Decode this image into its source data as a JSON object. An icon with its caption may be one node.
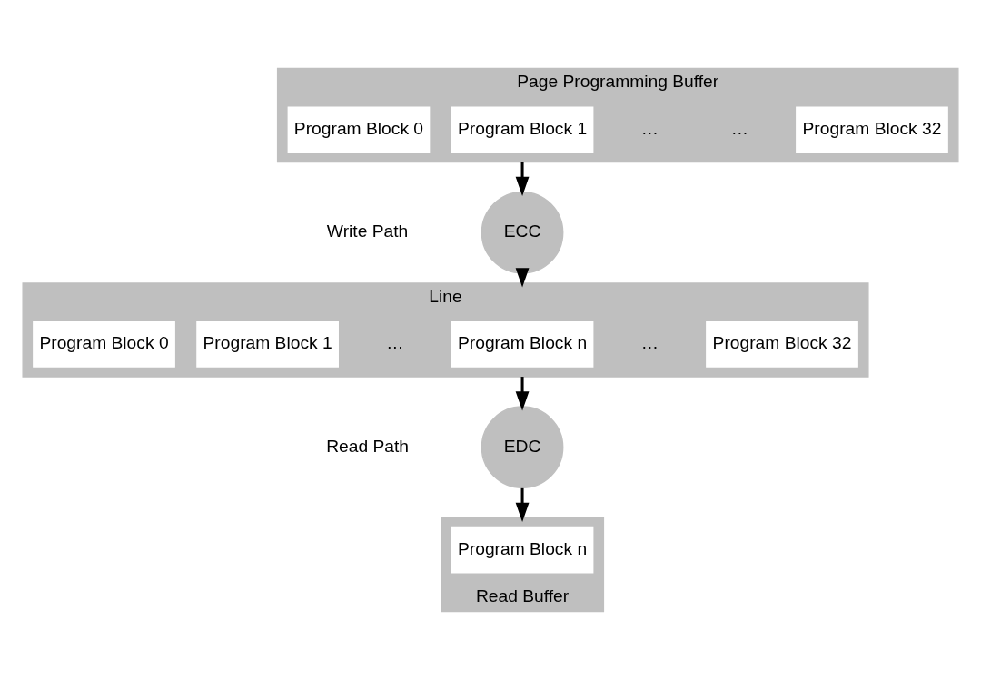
{
  "diagram": {
    "nodes": [
      {
        "text": [
          "Page Programming Buffer"
        ]
      },
      {
        "text": [
          "Program Block 0"
        ],
        "in": 0
      },
      {
        "text": [
          "Program Block 1"
        ],
        "in": 0
      },
      {
        "text": [
          "Program Block 32"
        ],
        "in": 0
      },
      {
        "text": [
          "ECC"
        ]
      },
      {
        "text": [
          "Line"
        ]
      },
      {
        "text": [
          "Program Block 0"
        ],
        "in": 5
      },
      {
        "text": [
          "Program Block 1"
        ],
        "in": 5
      },
      {
        "text": [
          "Program Block n"
        ],
        "in": 5
      },
      {
        "text": [
          "Program Block 32"
        ],
        "in": 5
      },
      {
        "text": [
          "EDC"
        ]
      },
      {
        "text": [
          "Read Buffer"
        ]
      },
      {
        "text": [
          "Program Block n"
        ],
        "in": 11
      }
    ],
    "edges": [
      {
        "from": 0,
        "to": 4,
        "arrow": "to"
      },
      {
        "from": 4,
        "to": 5,
        "arrow": "to"
      },
      {
        "from": 5,
        "to": 10,
        "arrow": "to"
      },
      {
        "from": 10,
        "to": 11,
        "arrow": "to"
      }
    ],
    "labels": [
      "…",
      "…",
      "Write Path",
      "…",
      "…",
      "Read Path"
    ]
  }
}
